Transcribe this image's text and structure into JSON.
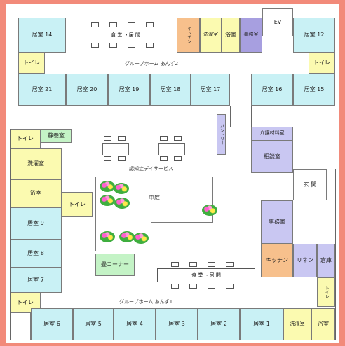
{
  "rooms": {
    "kyoshitsu_14": "居室 14",
    "kyoshitsu_12": "居室 12",
    "toilet_nw": "トイレ",
    "toilet_ne": "トイレ",
    "kitchen_top": "キッチン",
    "laundry_top": "洗濯室",
    "bath_top": "浴室",
    "office_top": "事務室",
    "ev": "EV",
    "kyoshitsu_21": "居室 21",
    "kyoshitsu_20": "居室 20",
    "kyoshitsu_19": "居室 19",
    "kyoshitsu_18": "居室 18",
    "kyoshitsu_17": "居室 17",
    "kyoshitsu_16": "居室 16",
    "kyoshitsu_15": "居室 15",
    "pantry": "パントリー",
    "toilet_w1": "トイレ",
    "quiet_room": "静養室",
    "laundry_w": "洗濯室",
    "bath_w": "浴室",
    "toilet_w2": "トイレ",
    "kyoshitsu_9": "居室 9",
    "kyoshitsu_8": "居室 8",
    "kyoshitsu_7": "居室 7",
    "toilet_w3": "トイレ",
    "care_materials": "介護材料室",
    "consult_room": "相談室",
    "entrance": "玄 関",
    "office_e": "事務室",
    "kitchen_e": "キッチン",
    "linen": "リネン",
    "storage": "倉庫",
    "toilet_e": "トイレ",
    "tatami_corner": "畳コーナー",
    "courtyard": "中庭",
    "kyoshitsu_6": "居室 6",
    "kyoshitsu_5": "居室 5",
    "kyoshitsu_4": "居室 4",
    "kyoshitsu_3": "居室 3",
    "kyoshitsu_2": "居室 2",
    "kyoshitsu_1": "居室 1",
    "laundry_s": "洗濯室",
    "bath_s": "浴室"
  },
  "labels": {
    "group_home_2": "グループホーム あんず2",
    "day_service": "認知症デイサービス",
    "group_home_1": "グループホーム あんず1",
    "dining_top": "食 堂 ・居 間",
    "dining_bottom": "食 堂 ・居 間"
  }
}
